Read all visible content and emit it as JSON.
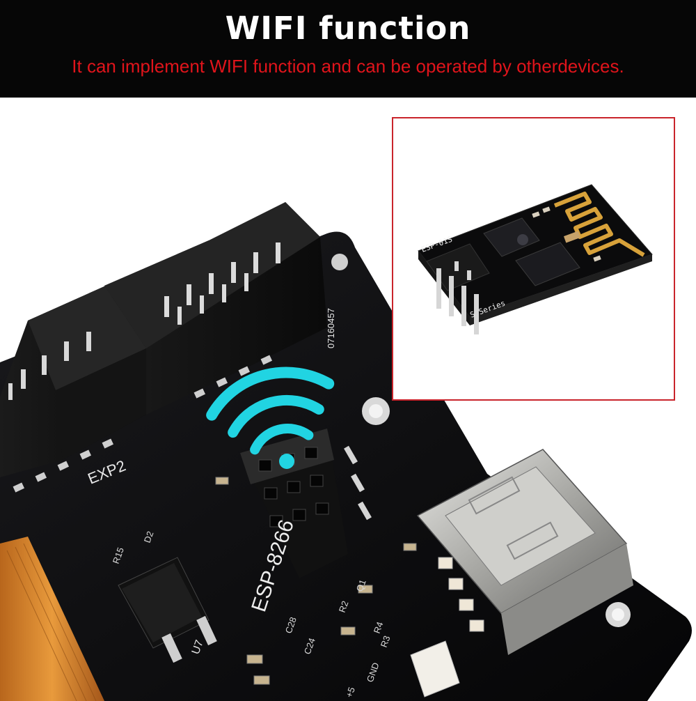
{
  "header": {
    "title": "WIFI function",
    "subtitle": "It can implement WIFI function and can be operated by otherdevices."
  },
  "photo": {
    "board_labels": {
      "exp2": "EXP2",
      "esp_module_header": "ESP-8266",
      "regulator": "U7",
      "cap_c28": "C28",
      "cap_c24": "C24",
      "resistor_r3": "R3",
      "resistor_r4": "R4",
      "resistor_r2": "R2",
      "transistor_q1": "Q1",
      "diode_d2": "D2",
      "resistor_r15": "R15",
      "power_pin": "+5",
      "ground_pin": "GND",
      "serial": "07160457"
    }
  },
  "inset": {
    "module_name": "ESP-01S",
    "series_label": "S Series"
  },
  "colors": {
    "banner_bg": "#060606",
    "title": "#ffffff",
    "subtitle": "#e0141b",
    "wifi_icon": "#21d4e2",
    "inset_border": "#c9242b",
    "pcb": "#0d0d0f"
  },
  "icons": [
    "wifi-icon"
  ]
}
